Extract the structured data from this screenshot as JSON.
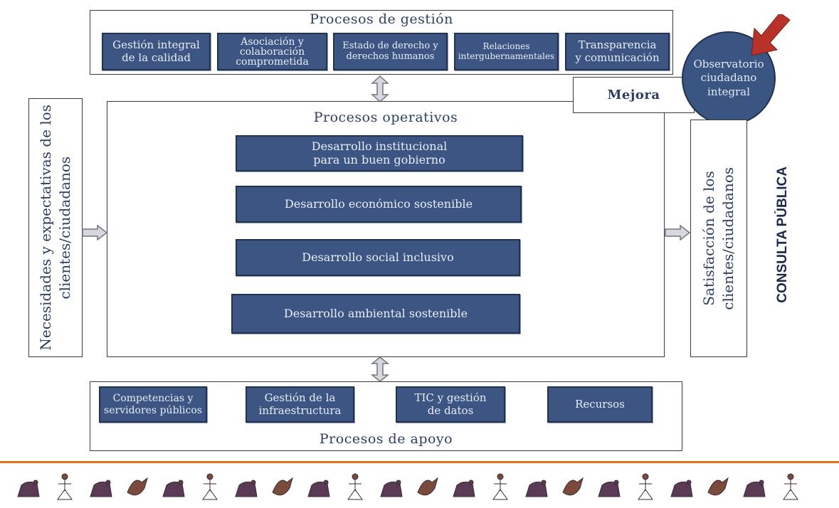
{
  "management": {
    "title": "Procesos de gestión",
    "items": [
      "Gestión integral\nde la calidad",
      "Asociación y\ncolaboración\ncomprometida",
      "Estado de derecho y\nderechos humanos",
      "Relaciones\nintergubernamentales",
      "Transparencia\ny comunicación"
    ]
  },
  "observatory": {
    "label": "Observatorio\nciudadano\nintegral",
    "improvement": "Mejora"
  },
  "operational": {
    "title": "Procesos operativos",
    "items": [
      "Desarrollo institucional\npara un buen gobierno",
      "Desarrollo económico sostenible",
      "Desarrollo social inclusivo",
      "Desarrollo ambiental sostenible"
    ]
  },
  "inputs": {
    "label": "Necesidades y expectativas de los\nclientes/ciudadanos"
  },
  "outputs": {
    "label": "Satisfacción de los\nclientes/ciudadanos"
  },
  "consultation": {
    "label": "CONSULTA PÚBLICA"
  },
  "support": {
    "title": "Procesos de apoyo",
    "items": [
      "Competencias y\nservidores públicos",
      "Gestión de la\ninfraestructura",
      "TIC y gestión\nde datos",
      "Recursos"
    ]
  },
  "colors": {
    "box_fill": "#3c5583",
    "accent_arrow": "#c0392b",
    "divider": "#d9731f"
  }
}
